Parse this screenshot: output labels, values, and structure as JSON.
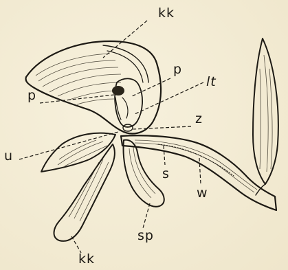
{
  "labels": {
    "kk_top": "kk",
    "p_upper": "p",
    "p_left": "p",
    "lt": "lt",
    "z": "z",
    "u": "u",
    "s": "s",
    "w": "w",
    "sp": "sp",
    "kk_bottom": "kk"
  }
}
